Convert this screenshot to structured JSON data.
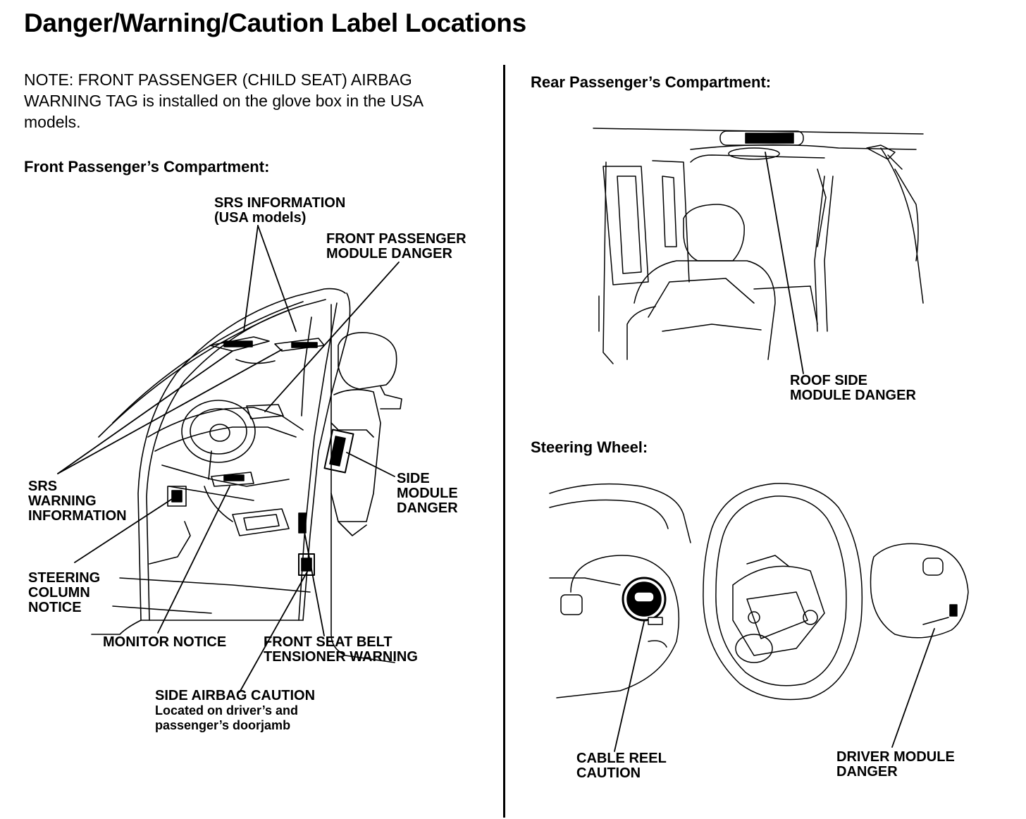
{
  "title": "Danger/Warning/Caution Label Locations",
  "note": {
    "lines": [
      "NOTE: FRONT PASSENGER (CHILD SEAT) AIRBAG",
      "WARNING TAG is installed on the glove box in the USA",
      "models."
    ]
  },
  "front": {
    "heading": "Front Passenger’s Compartment:",
    "labels": {
      "srs_information": [
        "SRS INFORMATION",
        "(USA models)"
      ],
      "front_passenger_module": [
        "FRONT PASSENGER",
        "MODULE DANGER"
      ],
      "srs_warning": [
        "SRS",
        "WARNING",
        "INFORMATION"
      ],
      "side_module": [
        "SIDE",
        "MODULE",
        "DANGER"
      ],
      "steering_column": [
        "STEERING",
        "COLUMN",
        "NOTICE"
      ],
      "monitor_notice": [
        "MONITOR NOTICE"
      ],
      "seat_belt": [
        "FRONT SEAT BELT",
        "TENSIONER WARNING"
      ],
      "side_airbag": [
        "SIDE AIRBAG CAUTION",
        "Located on driver’s and",
        "passenger’s doorjamb"
      ]
    }
  },
  "rear": {
    "heading": "Rear Passenger’s Compartment:",
    "labels": {
      "roof_side": [
        "ROOF SIDE",
        "MODULE DANGER"
      ]
    }
  },
  "steering": {
    "heading": "Steering Wheel:",
    "labels": {
      "cable_reel": [
        "CABLE REEL",
        "CAUTION"
      ],
      "driver_module": [
        "DRIVER MODULE",
        "DANGER"
      ]
    }
  }
}
